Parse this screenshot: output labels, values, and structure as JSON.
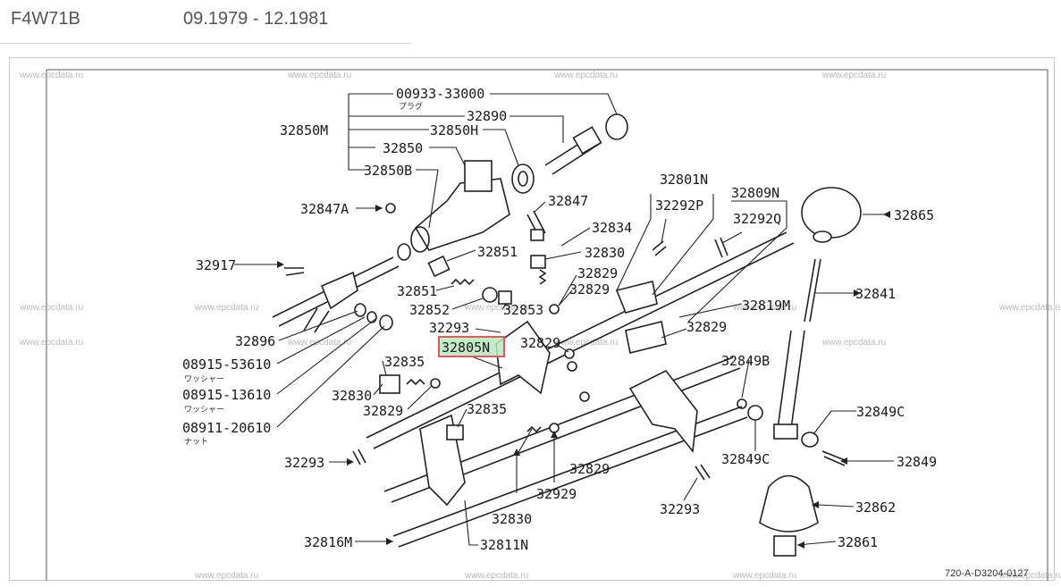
{
  "header": {
    "model": "F4W71B",
    "date_range": "09.1979 - 12.1981"
  },
  "watermark": "www.epcdata.ru",
  "diagram_code": "720-A-D3204-0127",
  "highlight_color": "#e05a5a",
  "highlight_fill": "#b9e6c2",
  "labels": {
    "p00933": "00933-33000",
    "plug_jp": "プラグ",
    "p32890": "32890",
    "p32850M": "32850M",
    "p32850H": "32850H",
    "p32850": "32850",
    "p32850B": "32850B",
    "p32847A": "32847A",
    "p32847": "32847",
    "p32834": "32834",
    "p32830a": "32830",
    "p32851a": "32851",
    "p32917": "32917",
    "p32851b": "32851",
    "p32852": "32852",
    "p32853": "32853",
    "p32829a": "32829",
    "p32829b": "32829",
    "p32801N": "32801N",
    "p32292P": "32292P",
    "p32809N": "32809N",
    "p32292Q": "32292Q",
    "p32865": "32865",
    "p32841": "32841",
    "p32819M": "32819M",
    "p32829c": "32829",
    "p32293a": "32293",
    "p32805N": "32805N",
    "p32829d": "32829",
    "p32896": "32896",
    "p08915a": "08915-53610",
    "washer_jp1": "ワッシャー",
    "p08915b": "08915-13610",
    "washer_jp2": "ワッシャー",
    "p08911": "08911-20610",
    "nut_jp": "ナット",
    "p32835a": "32835",
    "p32830b": "32830",
    "p32829e": "32829",
    "p32835b": "32835",
    "p32849B": "32849B",
    "p32849Ca": "32849C",
    "p32849Cb": "32849C",
    "p32849": "32849",
    "p32293b": "32293",
    "p32829f": "32829",
    "p32929": "32929",
    "p32830c": "32830",
    "p32293c": "32293",
    "p32862": "32862",
    "p32816M": "32816M",
    "p32811N": "32811N",
    "p32861": "32861"
  }
}
